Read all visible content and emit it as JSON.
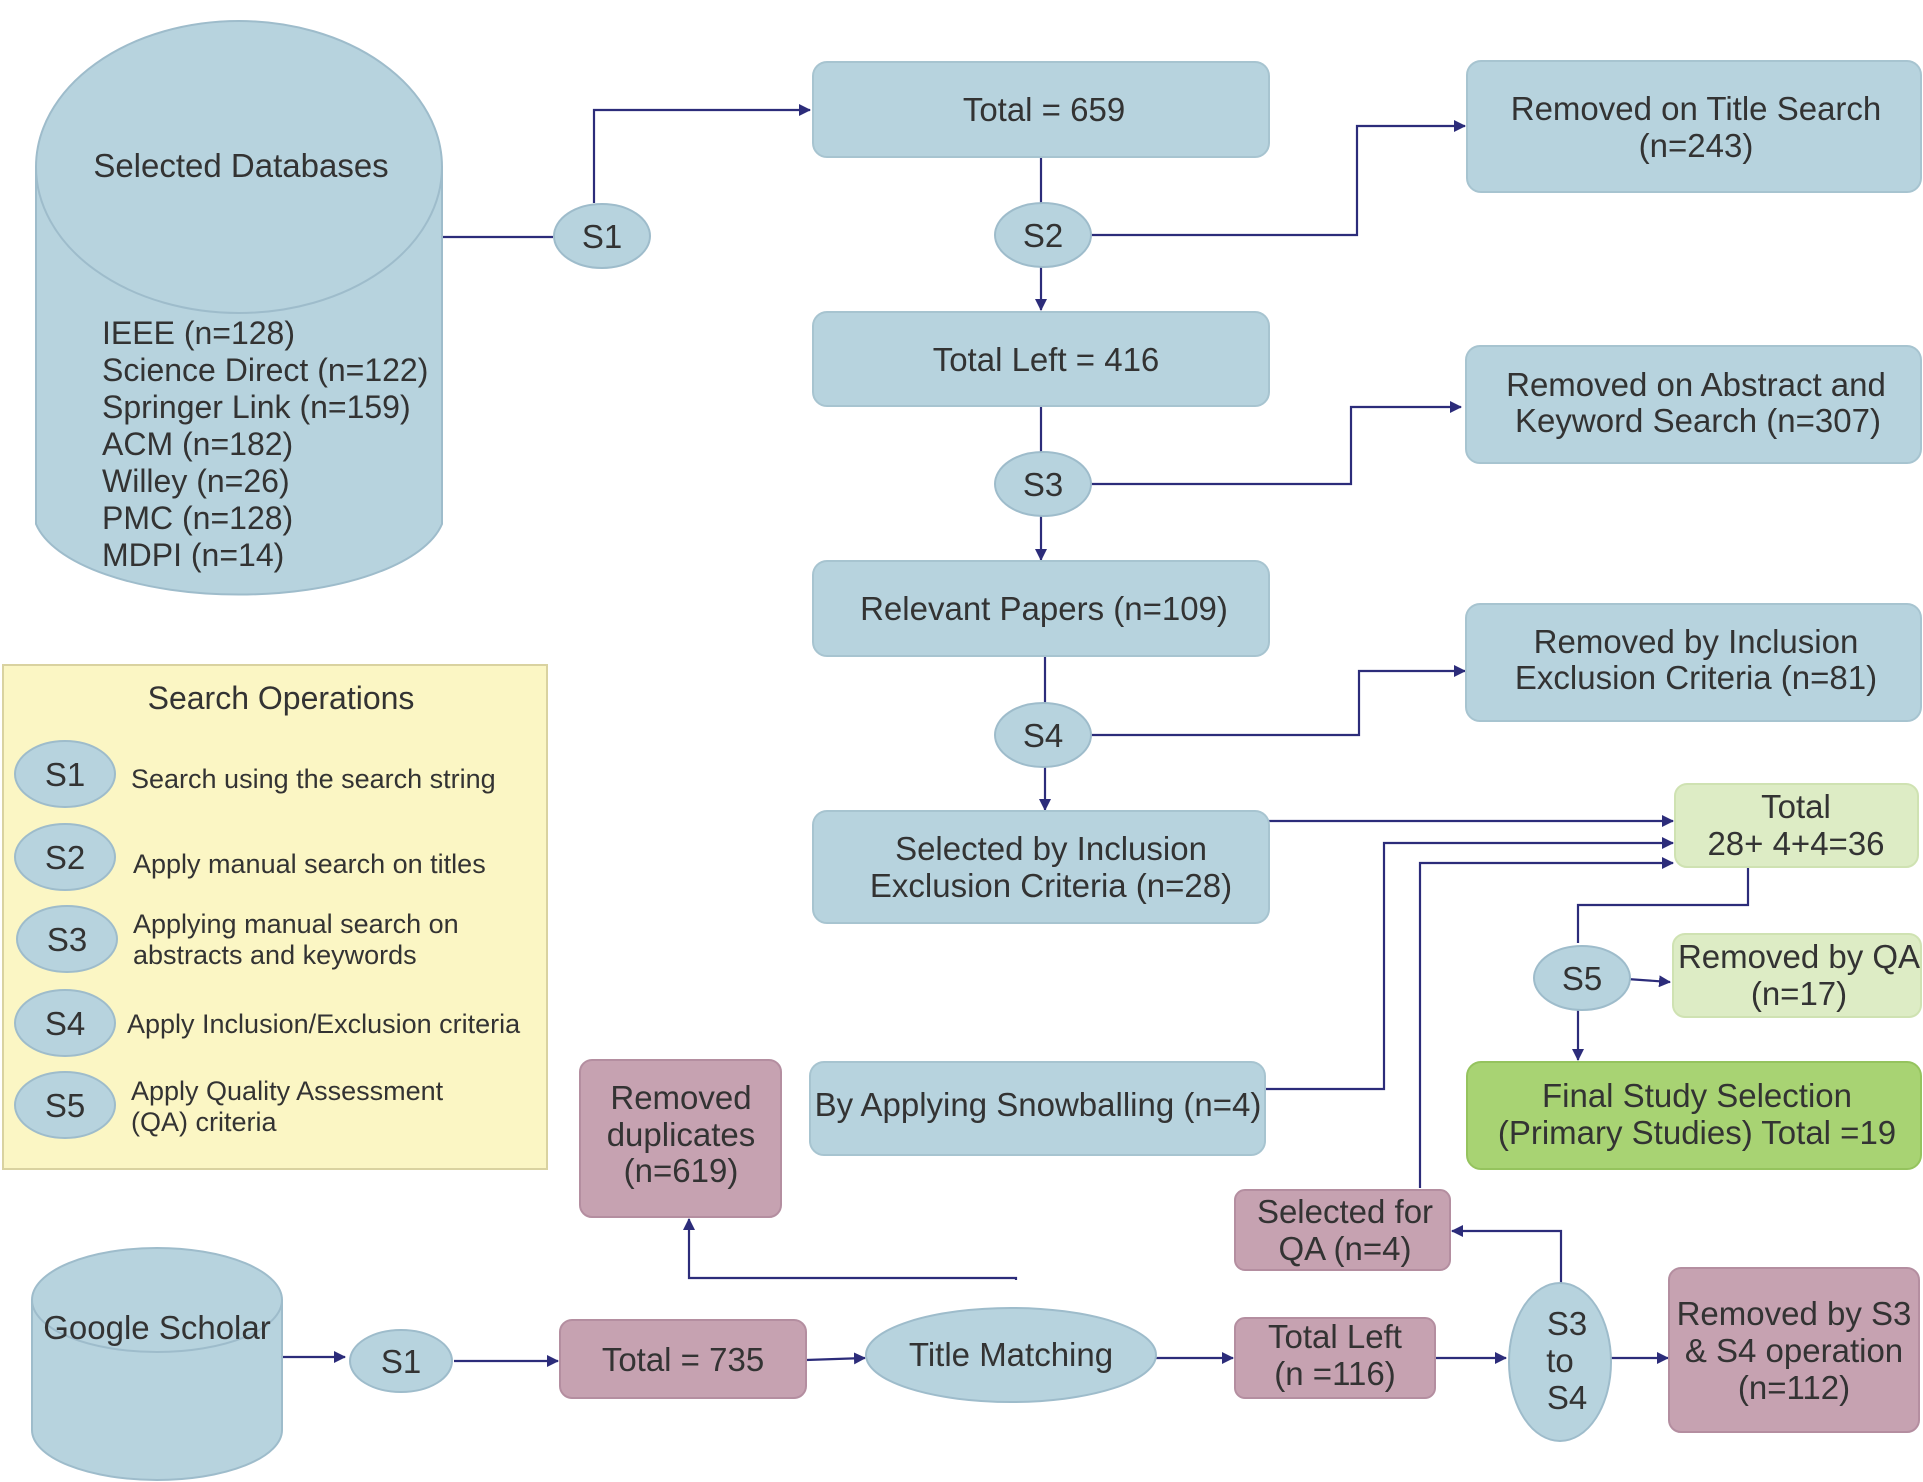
{
  "databases": {
    "title": "Selected Databases",
    "items": [
      "IEEE (n=128)",
      "Science Direct (n=122)",
      "Springer Link (n=159)",
      "ACM (n=182)",
      "Willey (n=26)",
      "PMC (n=128)",
      "MDPI (n=14)"
    ]
  },
  "main_flow": {
    "s1": "S1",
    "total": "Total = 659",
    "s2": "S2",
    "removed_title": [
      "Removed on Title Search",
      "(n=243)"
    ],
    "total_left": "Total Left = 416",
    "s3": "S3",
    "removed_abstract": [
      "Removed on Abstract and",
      "Keyword Search (n=307)"
    ],
    "relevant": "Relevant Papers (n=109)",
    "s4": "S4",
    "removed_inclusion": [
      "Removed by Inclusion",
      "Exclusion Criteria (n=81)"
    ],
    "selected_inclusion": [
      "Selected by Inclusion",
      "Exclusion Criteria (n=28)"
    ],
    "total_combined": [
      "Total",
      "28+ 4+4=36"
    ],
    "s5": "S5",
    "removed_qa": [
      "Removed by QA",
      "(n=17)"
    ],
    "final": [
      "Final Study Selection",
      "(Primary Studies) Total =19"
    ],
    "snowballing": "By Applying Snowballing (n=4)"
  },
  "scholar_flow": {
    "source": "Google Scholar",
    "s1": "S1",
    "total": "Total = 735",
    "title_matching": "Title Matching",
    "removed_duplicates": [
      "Removed",
      "duplicates",
      "(n=619)"
    ],
    "total_left": [
      "Total Left",
      "(n =116)"
    ],
    "s3_s4": [
      "S3",
      "to",
      "S4"
    ],
    "selected_qa": [
      "Selected for",
      "QA (n=4)"
    ],
    "removed_s3s4": [
      "Removed by S3",
      "& S4 operation",
      "(n=112)"
    ]
  },
  "legend": {
    "title": "Search Operations",
    "items": [
      {
        "code": "S1",
        "lines": [
          "Search using the search string"
        ]
      },
      {
        "code": "S2",
        "lines": [
          "Apply manual search on titles"
        ]
      },
      {
        "code": "S3",
        "lines": [
          "Applying manual search on",
          "abstracts and keywords"
        ]
      },
      {
        "code": "S4",
        "lines": [
          "Apply Inclusion/Exclusion criteria"
        ]
      },
      {
        "code": "S5",
        "lines": [
          "Apply Quality Assessment",
          "(QA) criteria"
        ]
      }
    ]
  },
  "colors": {
    "process_box": "#b7d3de",
    "scholar_box": "#c6a2b1",
    "total_box": "#ddecc5",
    "final_box": "#a8d373",
    "legend_bg": "#fbf6c4",
    "connector": "#2c2c7a"
  }
}
